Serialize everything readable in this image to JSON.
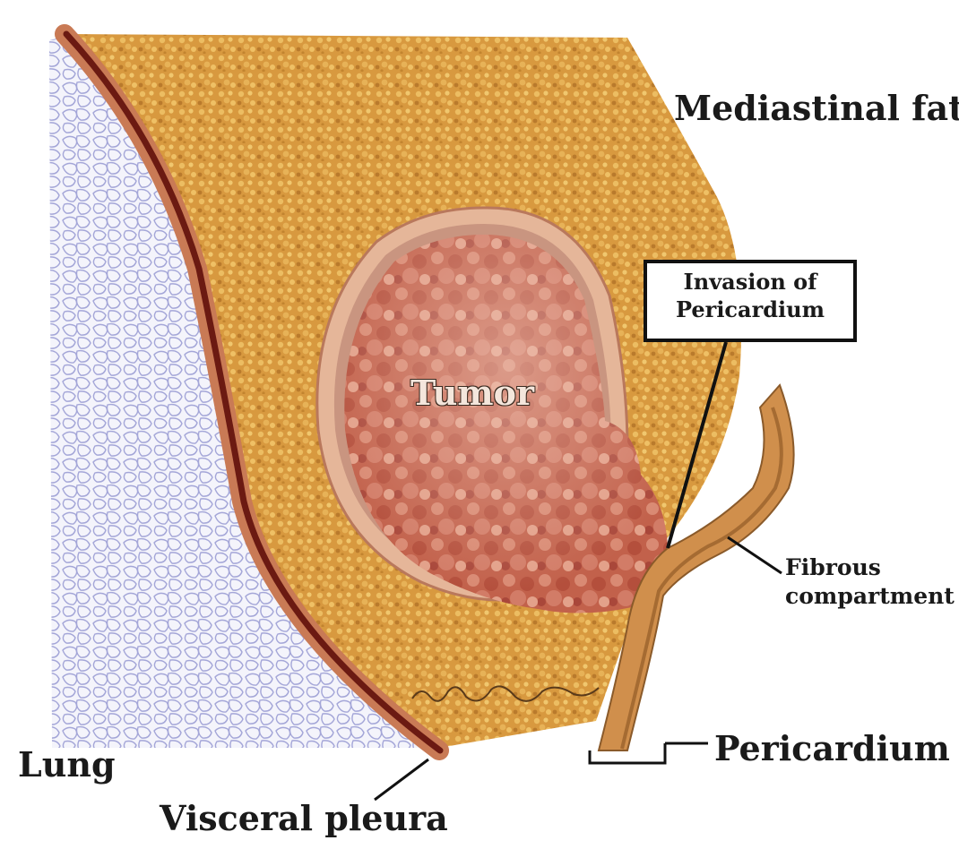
{
  "labels": {
    "mediastinal_fat": "Mediastinal fat",
    "tumor": "Tumor",
    "invasion_line1": "Invasion of",
    "invasion_line2": "Pericardium",
    "fibrous_line1": "Fibrous",
    "fibrous_line2": "compartment",
    "lung": "Lung",
    "pericardium": "Pericardium",
    "visceral_pleura": "Visceral pleura"
  },
  "colors": {
    "lung_bg": "#f2f2fa",
    "lung_cells": "#a9aad6",
    "fat": "#d9a04a",
    "fat_light": "#e8b55c",
    "pleura_outer": "#c97a55",
    "pleura_inner": "#6b1a12",
    "tumor_capsule": "#e8b89a",
    "tumor": "#c0604c",
    "pericardium": "#c88a4a"
  }
}
